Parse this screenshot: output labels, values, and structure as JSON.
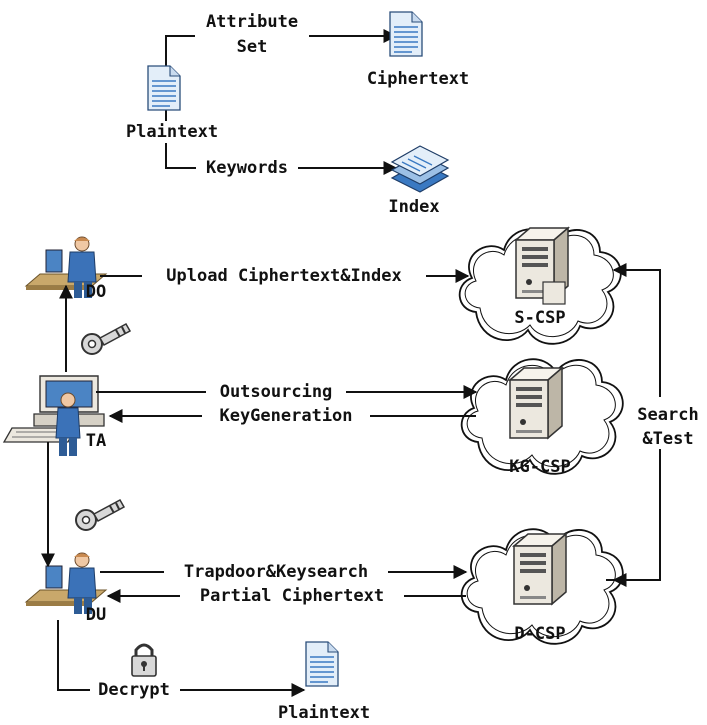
{
  "labels": {
    "attribute_set_1": "Attribute",
    "attribute_set_2": "Set",
    "ciphertext": "Ciphertext",
    "plaintext_top": "Plaintext",
    "keywords": "Keywords",
    "index": "Index",
    "upload": "Upload Ciphertext&Index",
    "do": "DO",
    "s_csp": "S-CSP",
    "outsourcing": "Outsourcing",
    "keygeneration": "KeyGeneration",
    "ta": "TA",
    "kg_csp": "KG-CSP",
    "search_1": "Search",
    "search_2": "&Test",
    "trapdoor": "Trapdoor&Keysearch",
    "partial": "Partial Ciphertext",
    "du": "DU",
    "d_csp": "D-CSP",
    "decrypt": "Decrypt",
    "plaintext_bottom": "Plaintext"
  },
  "icons": {
    "document": "document-icon",
    "stack": "document-stack-icon",
    "user": "user-at-desk-icon",
    "computer": "computer-icon",
    "key": "key-icon",
    "lock": "padlock-icon",
    "server": "server-icon",
    "cloud": "cloud-icon"
  },
  "colors": {
    "doc_fill": "#e3eef9",
    "doc_lines": "#3a79c2",
    "server_fill": "#ece8df",
    "person": "#3b72b8",
    "desk": "#c9a86b"
  }
}
